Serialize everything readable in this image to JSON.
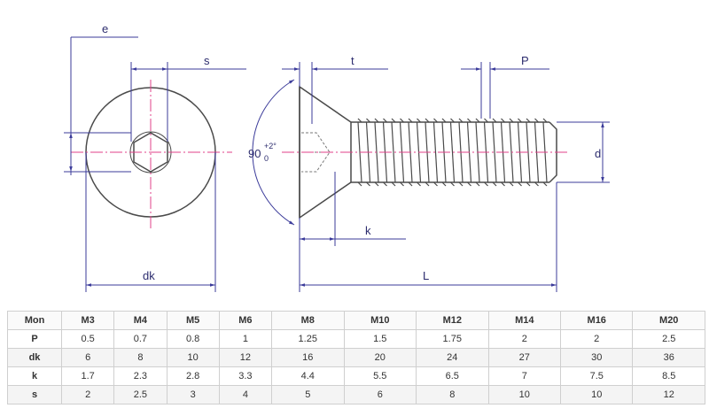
{
  "dimensions": {
    "e": "e",
    "s": "s",
    "t": "t",
    "p": "P",
    "d": "d",
    "k": "k",
    "dk": "dk",
    "l": "L",
    "angle": "90",
    "angle_tol_upper": "+2°",
    "angle_tol_lower": "0"
  },
  "colors": {
    "outline": "#4a4a4a",
    "dimension": "#3b3b9a",
    "centerline": "#e0408a"
  },
  "table": {
    "header_label": "Mon",
    "sizes": [
      "M3",
      "M4",
      "M5",
      "M6",
      "M8",
      "M10",
      "M12",
      "M14",
      "M16",
      "M20"
    ],
    "rows": [
      {
        "label": "P",
        "values": [
          "0.5",
          "0.7",
          "0.8",
          "1",
          "1.25",
          "1.5",
          "1.75",
          "2",
          "2",
          "2.5"
        ]
      },
      {
        "label": "dk",
        "values": [
          "6",
          "8",
          "10",
          "12",
          "16",
          "20",
          "24",
          "27",
          "30",
          "36"
        ]
      },
      {
        "label": "k",
        "values": [
          "1.7",
          "2.3",
          "2.8",
          "3.3",
          "4.4",
          "5.5",
          "6.5",
          "7",
          "7.5",
          "8.5"
        ]
      },
      {
        "label": "s",
        "values": [
          "2",
          "2.5",
          "3",
          "4",
          "5",
          "6",
          "8",
          "10",
          "10",
          "12"
        ]
      }
    ]
  }
}
